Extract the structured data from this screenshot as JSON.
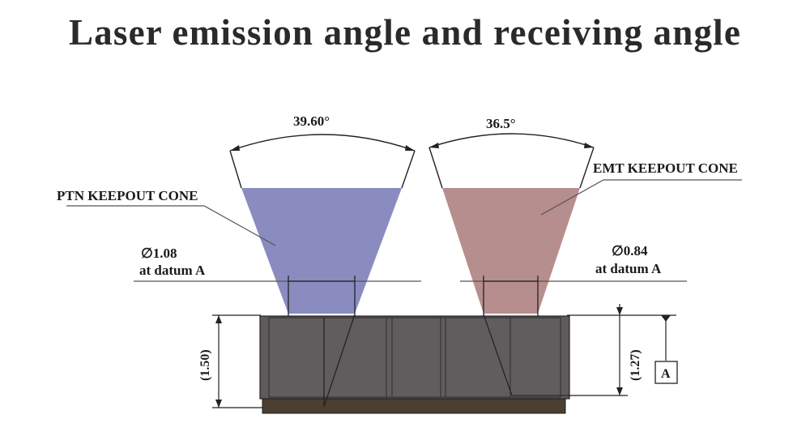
{
  "title": "Laser emission angle and receiving angle",
  "labels": {
    "ptn_cone": "PTN KEEPOUT CONE",
    "emt_cone": "EMT KEEPOUT CONE",
    "left_angle": "39.60°",
    "right_angle": "36.5°",
    "left_diameter": "∅1.08",
    "right_diameter": "∅0.84",
    "left_datum_note": "at datum A",
    "right_datum_note": "at datum A",
    "left_height": "(1.50)",
    "right_height": "(1.27)",
    "datum_box": "A"
  },
  "colors": {
    "ptn_cone": "#8a8cbf",
    "emt_cone": "#b68e8e",
    "sensor_body": "#5f5a5c",
    "sensor_base": "#4a3f30"
  }
}
